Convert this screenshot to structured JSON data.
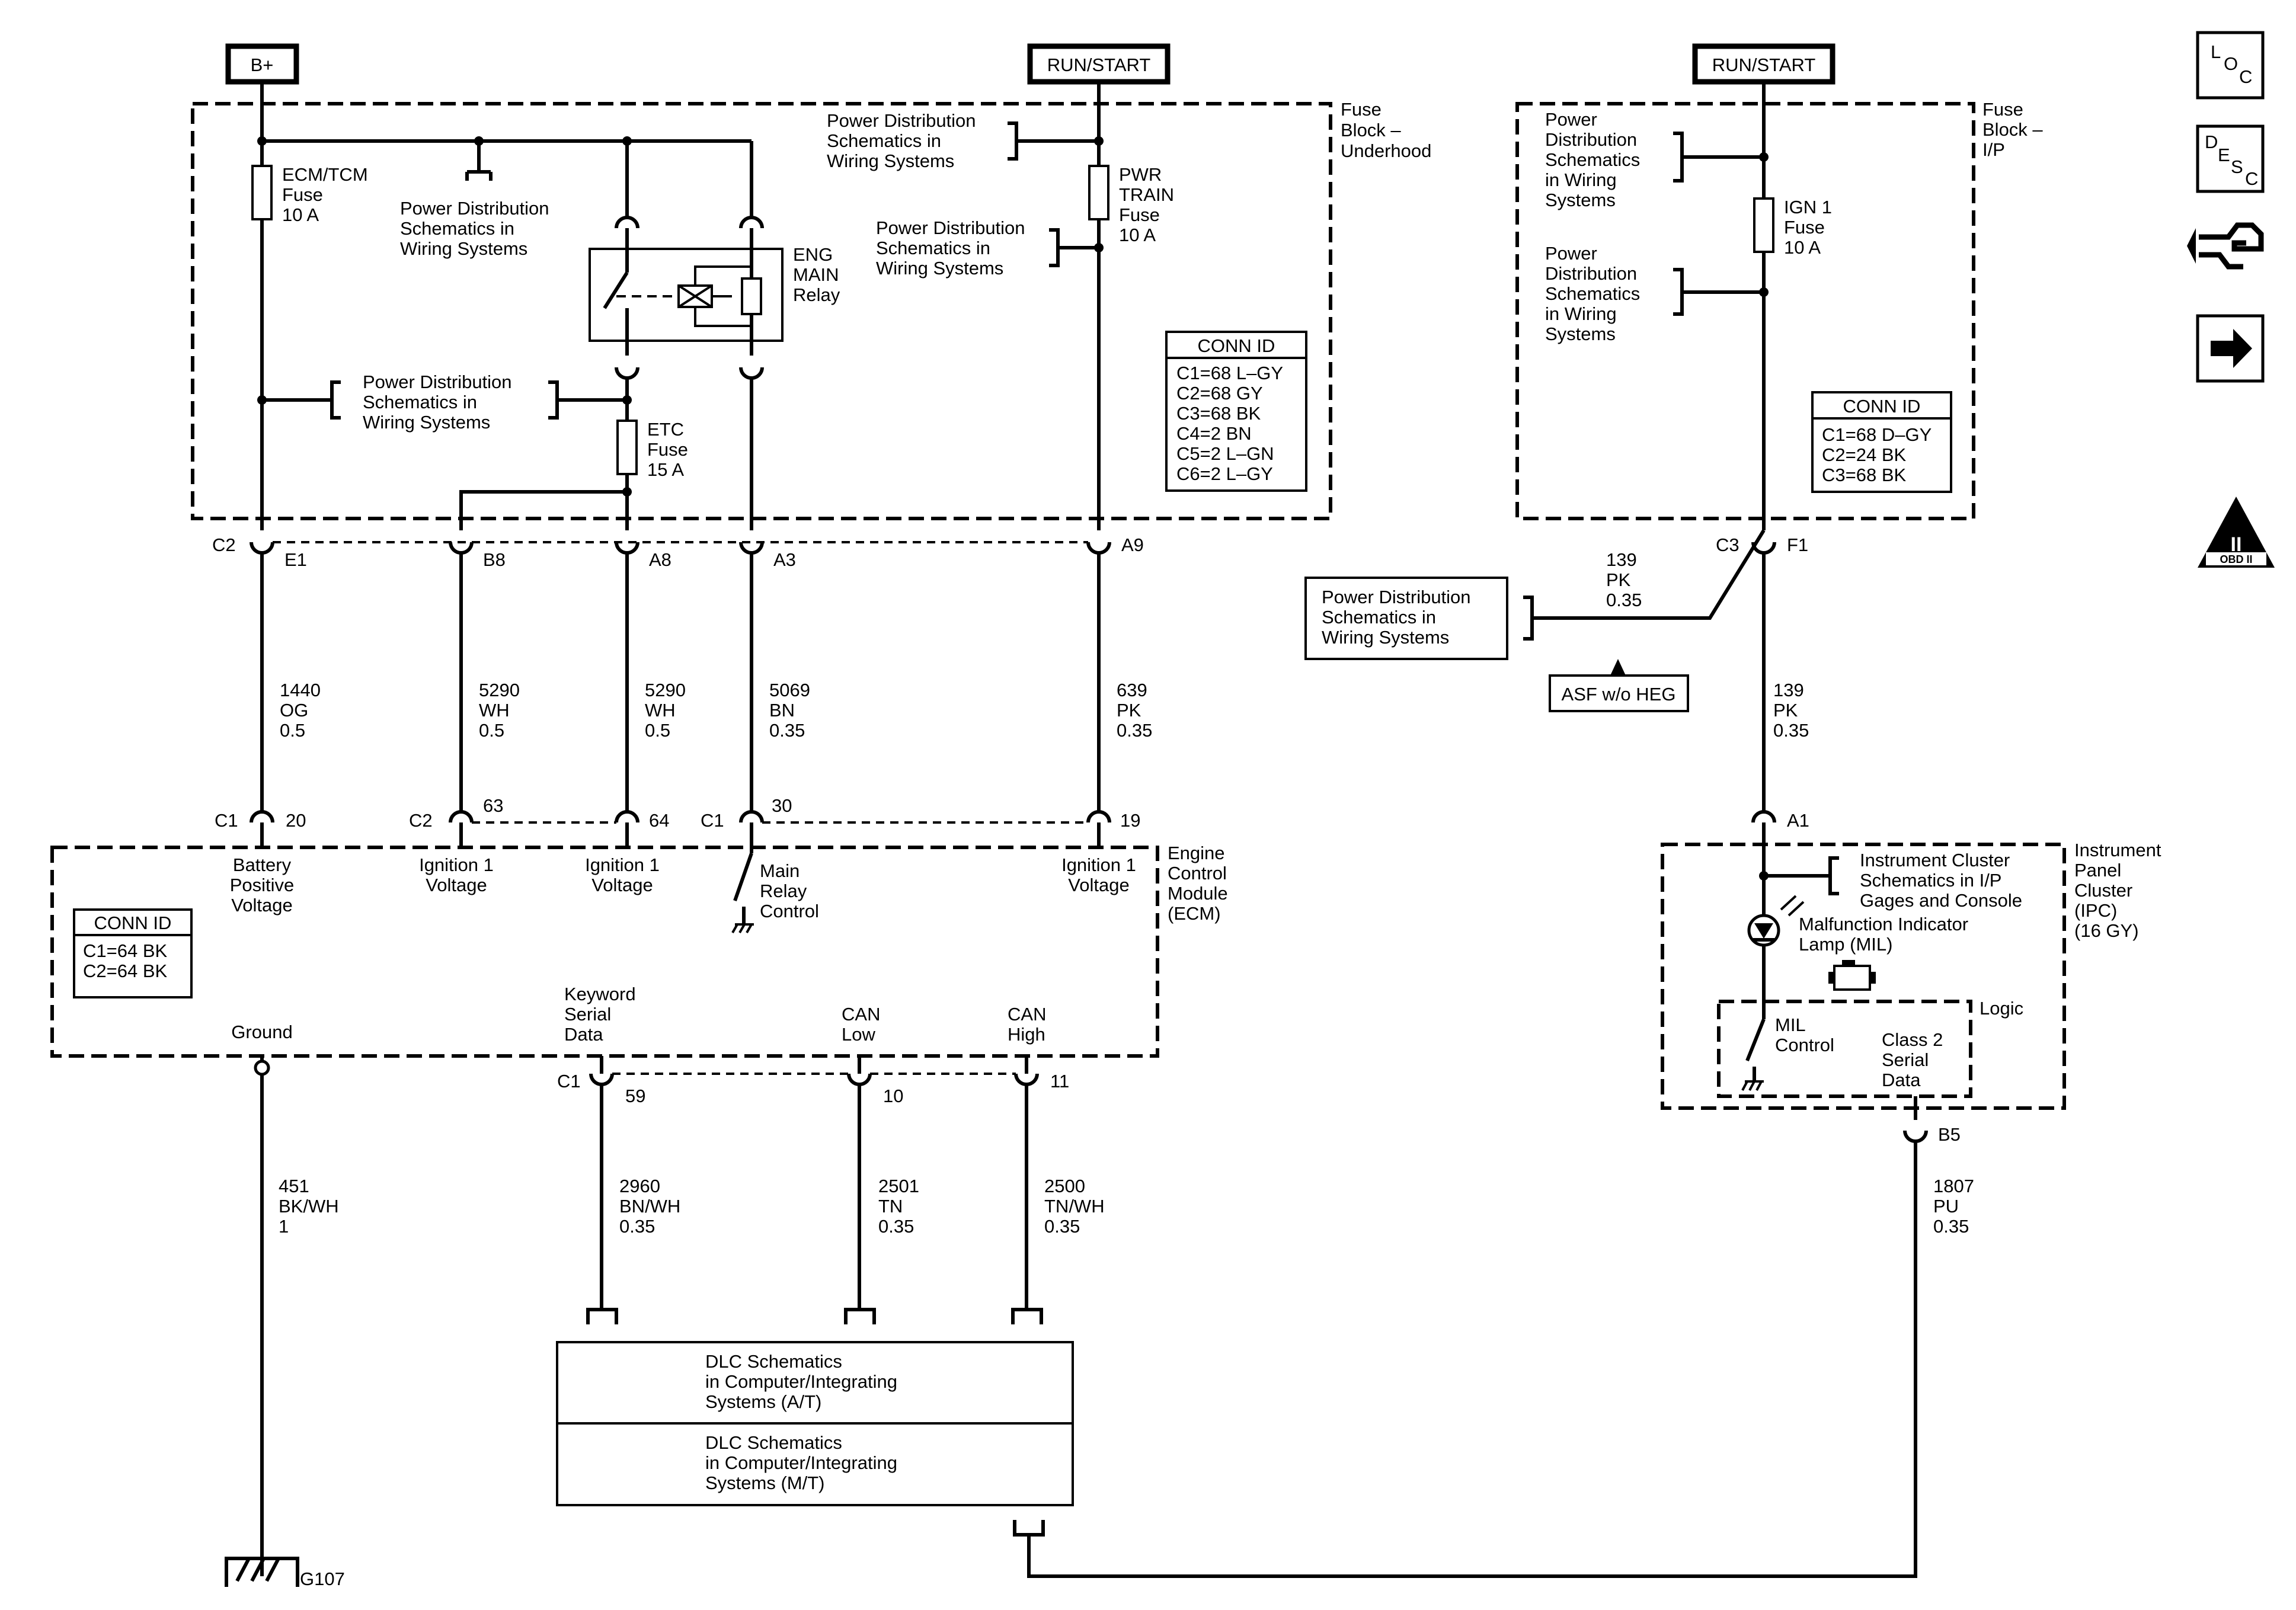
{
  "headers": {
    "b_plus": "B+",
    "run_start_left": "RUN/START",
    "run_start_right": "RUN/START"
  },
  "fuse_block_underhood": {
    "label": [
      "Fuse",
      "Block –",
      "Underhood"
    ],
    "ecm_tcm_fuse": [
      "ECM/TCM",
      "Fuse",
      "10 A"
    ],
    "pd_top_middle": [
      "Power Distribution",
      "Schematics in",
      "Wiring Systems"
    ],
    "eng_main_relay": [
      "ENG",
      "MAIN",
      "Relay"
    ],
    "pd_left_middle": [
      "Power Distribution",
      "Schematics in",
      "Wiring Systems"
    ],
    "etc_fuse": [
      "ETC",
      "Fuse",
      "15 A"
    ],
    "pd_top_right": [
      "Power Distribution",
      "Schematics in",
      "Wiring Systems"
    ],
    "pd_mid_right": [
      "Power Distribution",
      "Schematics in",
      "Wiring Systems"
    ],
    "pwr_train_fuse": [
      "PWR",
      "TRAIN",
      "Fuse",
      "10 A"
    ],
    "conn_id": {
      "title": "CONN ID",
      "rows": [
        "C1=68 L–GY",
        "C2=68 GY",
        "C3=68 BK",
        "C4=2 BN",
        "C5=2 L–GN",
        "C6=2 L–GY"
      ]
    }
  },
  "fuse_block_ip": {
    "label": [
      "Fuse",
      "Block –",
      "I/P"
    ],
    "pd_upper": [
      "Power",
      "Distribution",
      "Schematics",
      "in Wiring",
      "Systems"
    ],
    "pd_lower": [
      "Power",
      "Distribution",
      "Schematics",
      "in Wiring",
      "Systems"
    ],
    "ign1_fuse": [
      "IGN 1",
      "Fuse",
      "10 A"
    ],
    "conn_id": {
      "title": "CONN ID",
      "rows": [
        "C1=68 D–GY",
        "C2=24 BK",
        "C3=68 BK"
      ]
    }
  },
  "connectors_top": {
    "c2": "C2",
    "e1": "E1",
    "b8": "B8",
    "a8": "A8",
    "a3": "A3",
    "a9": "A9",
    "c3": "C3",
    "f1": "F1"
  },
  "wires": {
    "w1440": [
      "1440",
      "OG",
      "0.5"
    ],
    "w5290a": [
      "5290",
      "WH",
      "0.5"
    ],
    "w5290b": [
      "5290",
      "WH",
      "0.5"
    ],
    "w5069": [
      "5069",
      "BN",
      "0.35"
    ],
    "w639": [
      "639",
      "PK",
      "0.35"
    ],
    "w139_diag": [
      "139",
      "PK",
      "0.35"
    ],
    "w139": [
      "139",
      "PK",
      "0.35"
    ],
    "w451": [
      "451",
      "BK/WH",
      "1"
    ],
    "w2960": [
      "2960",
      "BN/WH",
      "0.35"
    ],
    "w2501": [
      "2501",
      "TN",
      "0.35"
    ],
    "w2500": [
      "2500",
      "TN/WH",
      "0.35"
    ],
    "w1807": [
      "1807",
      "PU",
      "0.35"
    ]
  },
  "pd_box_right": [
    "Power Distribution",
    "Schematics in",
    "Wiring Systems"
  ],
  "asf_label": "ASF w/o HEG",
  "ecm": {
    "label": [
      "Engine",
      "Control",
      "Module",
      "(ECM)"
    ],
    "pins_top": {
      "c1": "C1",
      "p20": "20",
      "c2": "C2",
      "p63": "63",
      "p64": "64",
      "c1b": "C1",
      "p30": "30",
      "p19": "19"
    },
    "battery_positive": [
      "Battery",
      "Positive",
      "Voltage"
    ],
    "ign1_a": [
      "Ignition 1",
      "Voltage"
    ],
    "ign1_b": [
      "Ignition 1",
      "Voltage"
    ],
    "main_relay": [
      "Main",
      "Relay",
      "Control"
    ],
    "ign1_c": [
      "Ignition 1",
      "Voltage"
    ],
    "conn_id": {
      "title": "CONN ID",
      "rows": [
        "C1=64 BK",
        "C2=64 BK"
      ]
    },
    "ground": "Ground",
    "keyword": [
      "Keyword",
      "Serial",
      "Data"
    ],
    "can_low": [
      "CAN",
      "Low"
    ],
    "can_high": [
      "CAN",
      "High"
    ],
    "pins_bottom": {
      "c1": "C1",
      "p59": "59",
      "p10": "10",
      "p11": "11"
    }
  },
  "ipc": {
    "label": [
      "Instrument",
      "Panel",
      "Cluster",
      "(IPC)",
      "(16 GY)"
    ],
    "a1": "A1",
    "inst_cluster": [
      "Instrument Cluster",
      "Schematics in I/P",
      "Gages and Console"
    ],
    "mil": [
      "Malfunction Indicator",
      "Lamp (MIL)"
    ],
    "logic": "Logic",
    "mil_control": [
      "MIL",
      "Control"
    ],
    "class2": [
      "Class 2",
      "Serial",
      "Data"
    ],
    "b5": "B5"
  },
  "dlc": {
    "at": [
      "DLC Schematics",
      "in Computer/Integrating",
      "Systems (A/T)"
    ],
    "mt": [
      "DLC Schematics",
      "in Computer/Integrating",
      "Systems (M/T)"
    ]
  },
  "ground_g107": "G107",
  "side_icons": {
    "loc": [
      "L",
      "O",
      "C"
    ],
    "desc": [
      "D",
      "E",
      "S",
      "C"
    ],
    "obd_roman": "II",
    "obd_label": "OBD II",
    "icon_names": [
      "loc-icon",
      "desc-icon",
      "connector-tool-icon",
      "next-arrow-icon",
      "obd-ii-icon"
    ]
  }
}
